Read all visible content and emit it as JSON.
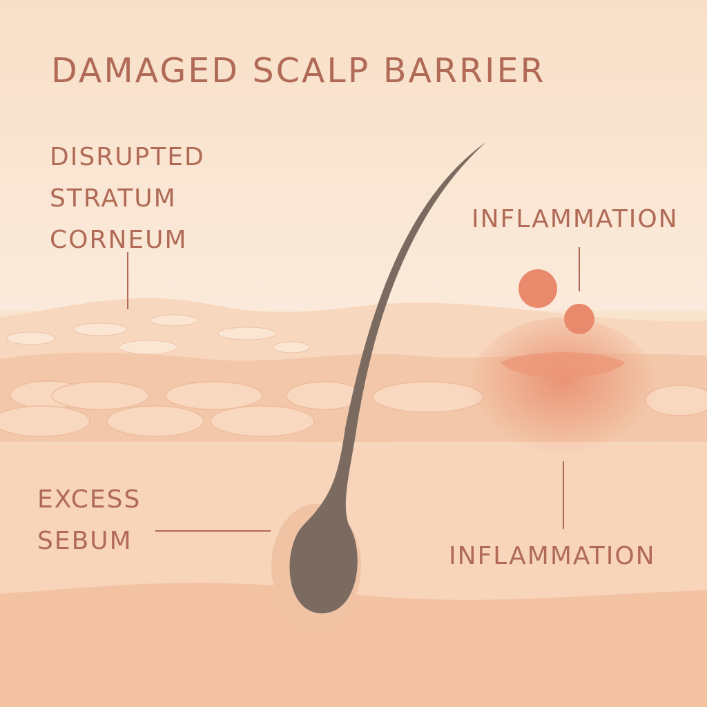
{
  "title": "DAMAGED SCALP BARRIER",
  "labels": {
    "disrupted": "DISRUPTED\nSTRATUM\nCORNEUM",
    "inflammation_top": "INFLAMMATION",
    "excess_sebum": "EXCESS\nSEBUM",
    "inflammation_bottom": "INFLAMMATION"
  },
  "colors": {
    "text": "#b06a55",
    "background": "#f9e4cd",
    "hair": "#7b6a60",
    "inflamed": "#e98a6c"
  }
}
